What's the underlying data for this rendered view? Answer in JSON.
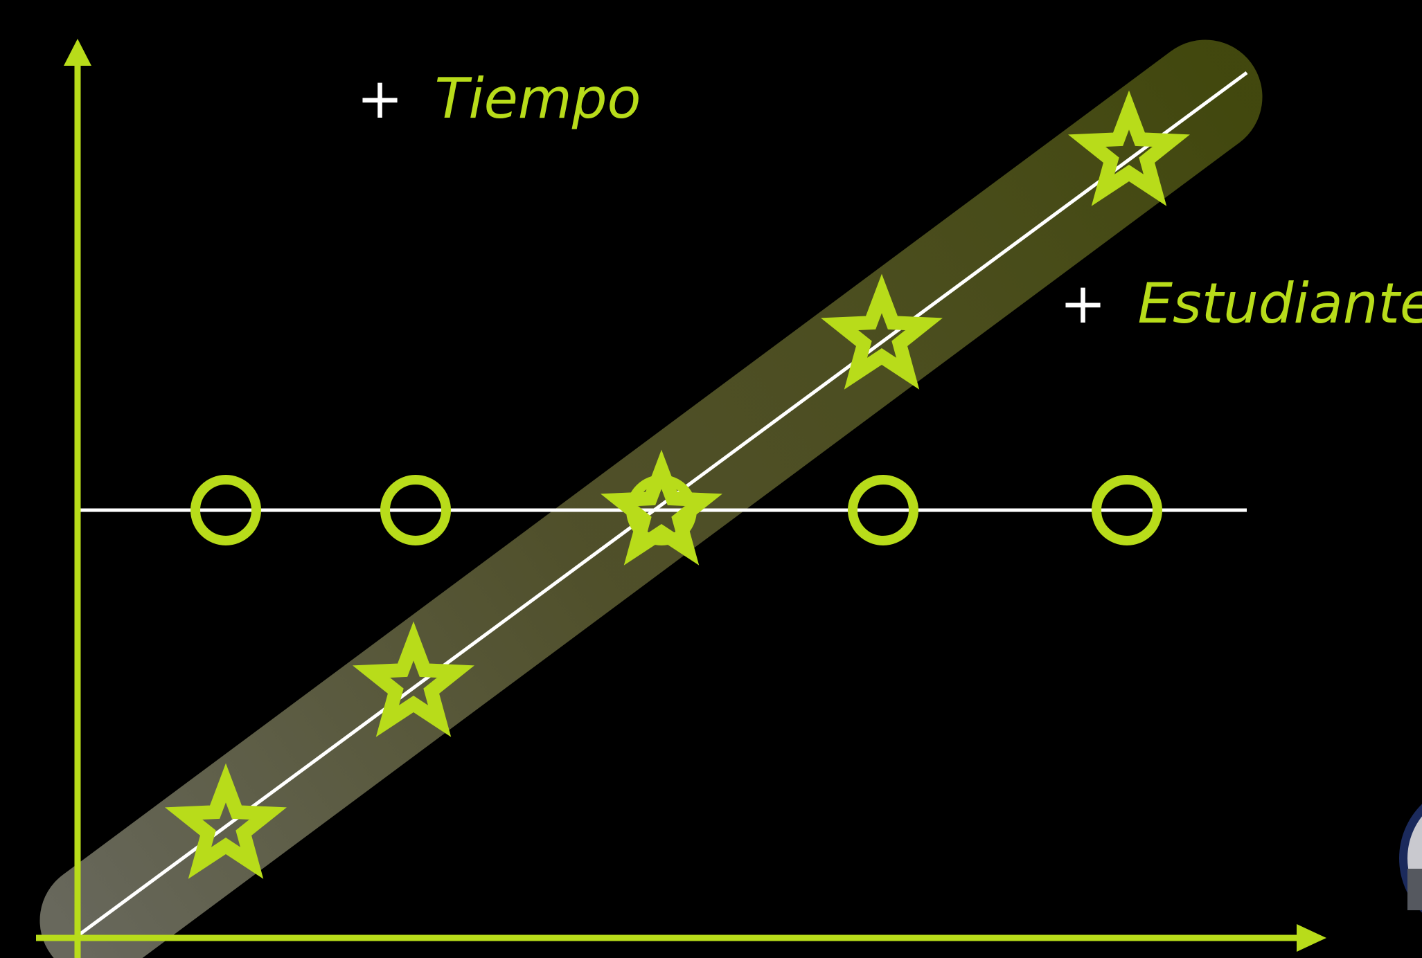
{
  "labels": {
    "time": {
      "plus": "+",
      "word": "Tiempo"
    },
    "students": {
      "plus": "+",
      "word": "Estudiantes"
    }
  },
  "colors": {
    "background": "#000000",
    "accent": "#b8dc1a",
    "line": "#ffffff",
    "band": "#7a7a2e"
  },
  "icons": {
    "circle_marker": "ring-icon",
    "star_marker": "star-icon"
  },
  "diagram": {
    "circle_points": [
      {
        "x": 1,
        "y": 0
      },
      {
        "x": 2,
        "y": 0
      },
      {
        "x": 3,
        "y": 0
      },
      {
        "x": 4,
        "y": 0
      },
      {
        "x": 5,
        "y": 0
      }
    ],
    "star_points": [
      {
        "x": 1,
        "y": -2
      },
      {
        "x": 2,
        "y": -1
      },
      {
        "x": 3,
        "y": 0
      },
      {
        "x": 4,
        "y": 1
      },
      {
        "x": 5,
        "y": 2
      }
    ]
  }
}
